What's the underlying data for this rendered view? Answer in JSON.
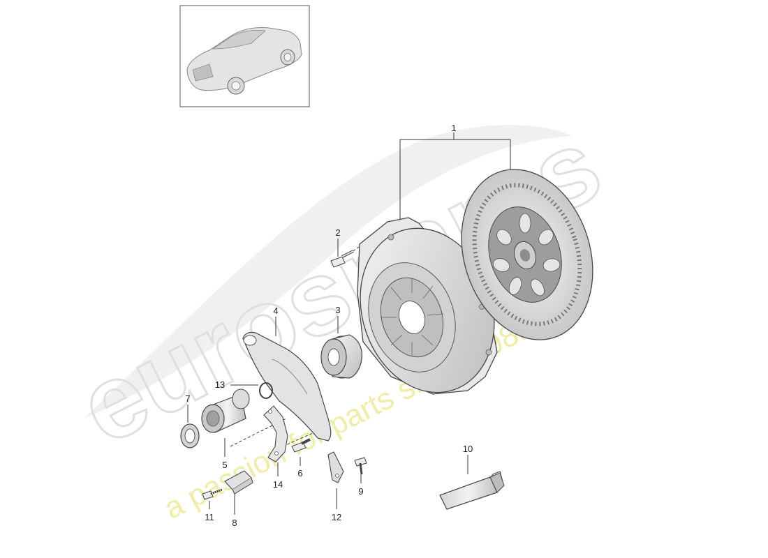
{
  "diagram": {
    "callouts": {
      "c1": "1",
      "c2": "2",
      "c3": "3",
      "c4": "4",
      "c5": "5",
      "c6": "6",
      "c7": "7",
      "c8": "8",
      "c9": "9",
      "c10": "10",
      "c11": "11",
      "c12": "12",
      "c13": "13",
      "c14": "14"
    }
  },
  "watermark": {
    "brand": "eurospares",
    "tagline": "a passion for parts since 1985"
  },
  "colors": {
    "line": "#333333",
    "part_light": "#e9e9e9",
    "part_mid": "#cfcfcf",
    "part_dark": "#9a9a9a",
    "watermark_brand": "#e2e2e2",
    "watermark_tagline": "#ece98a"
  }
}
